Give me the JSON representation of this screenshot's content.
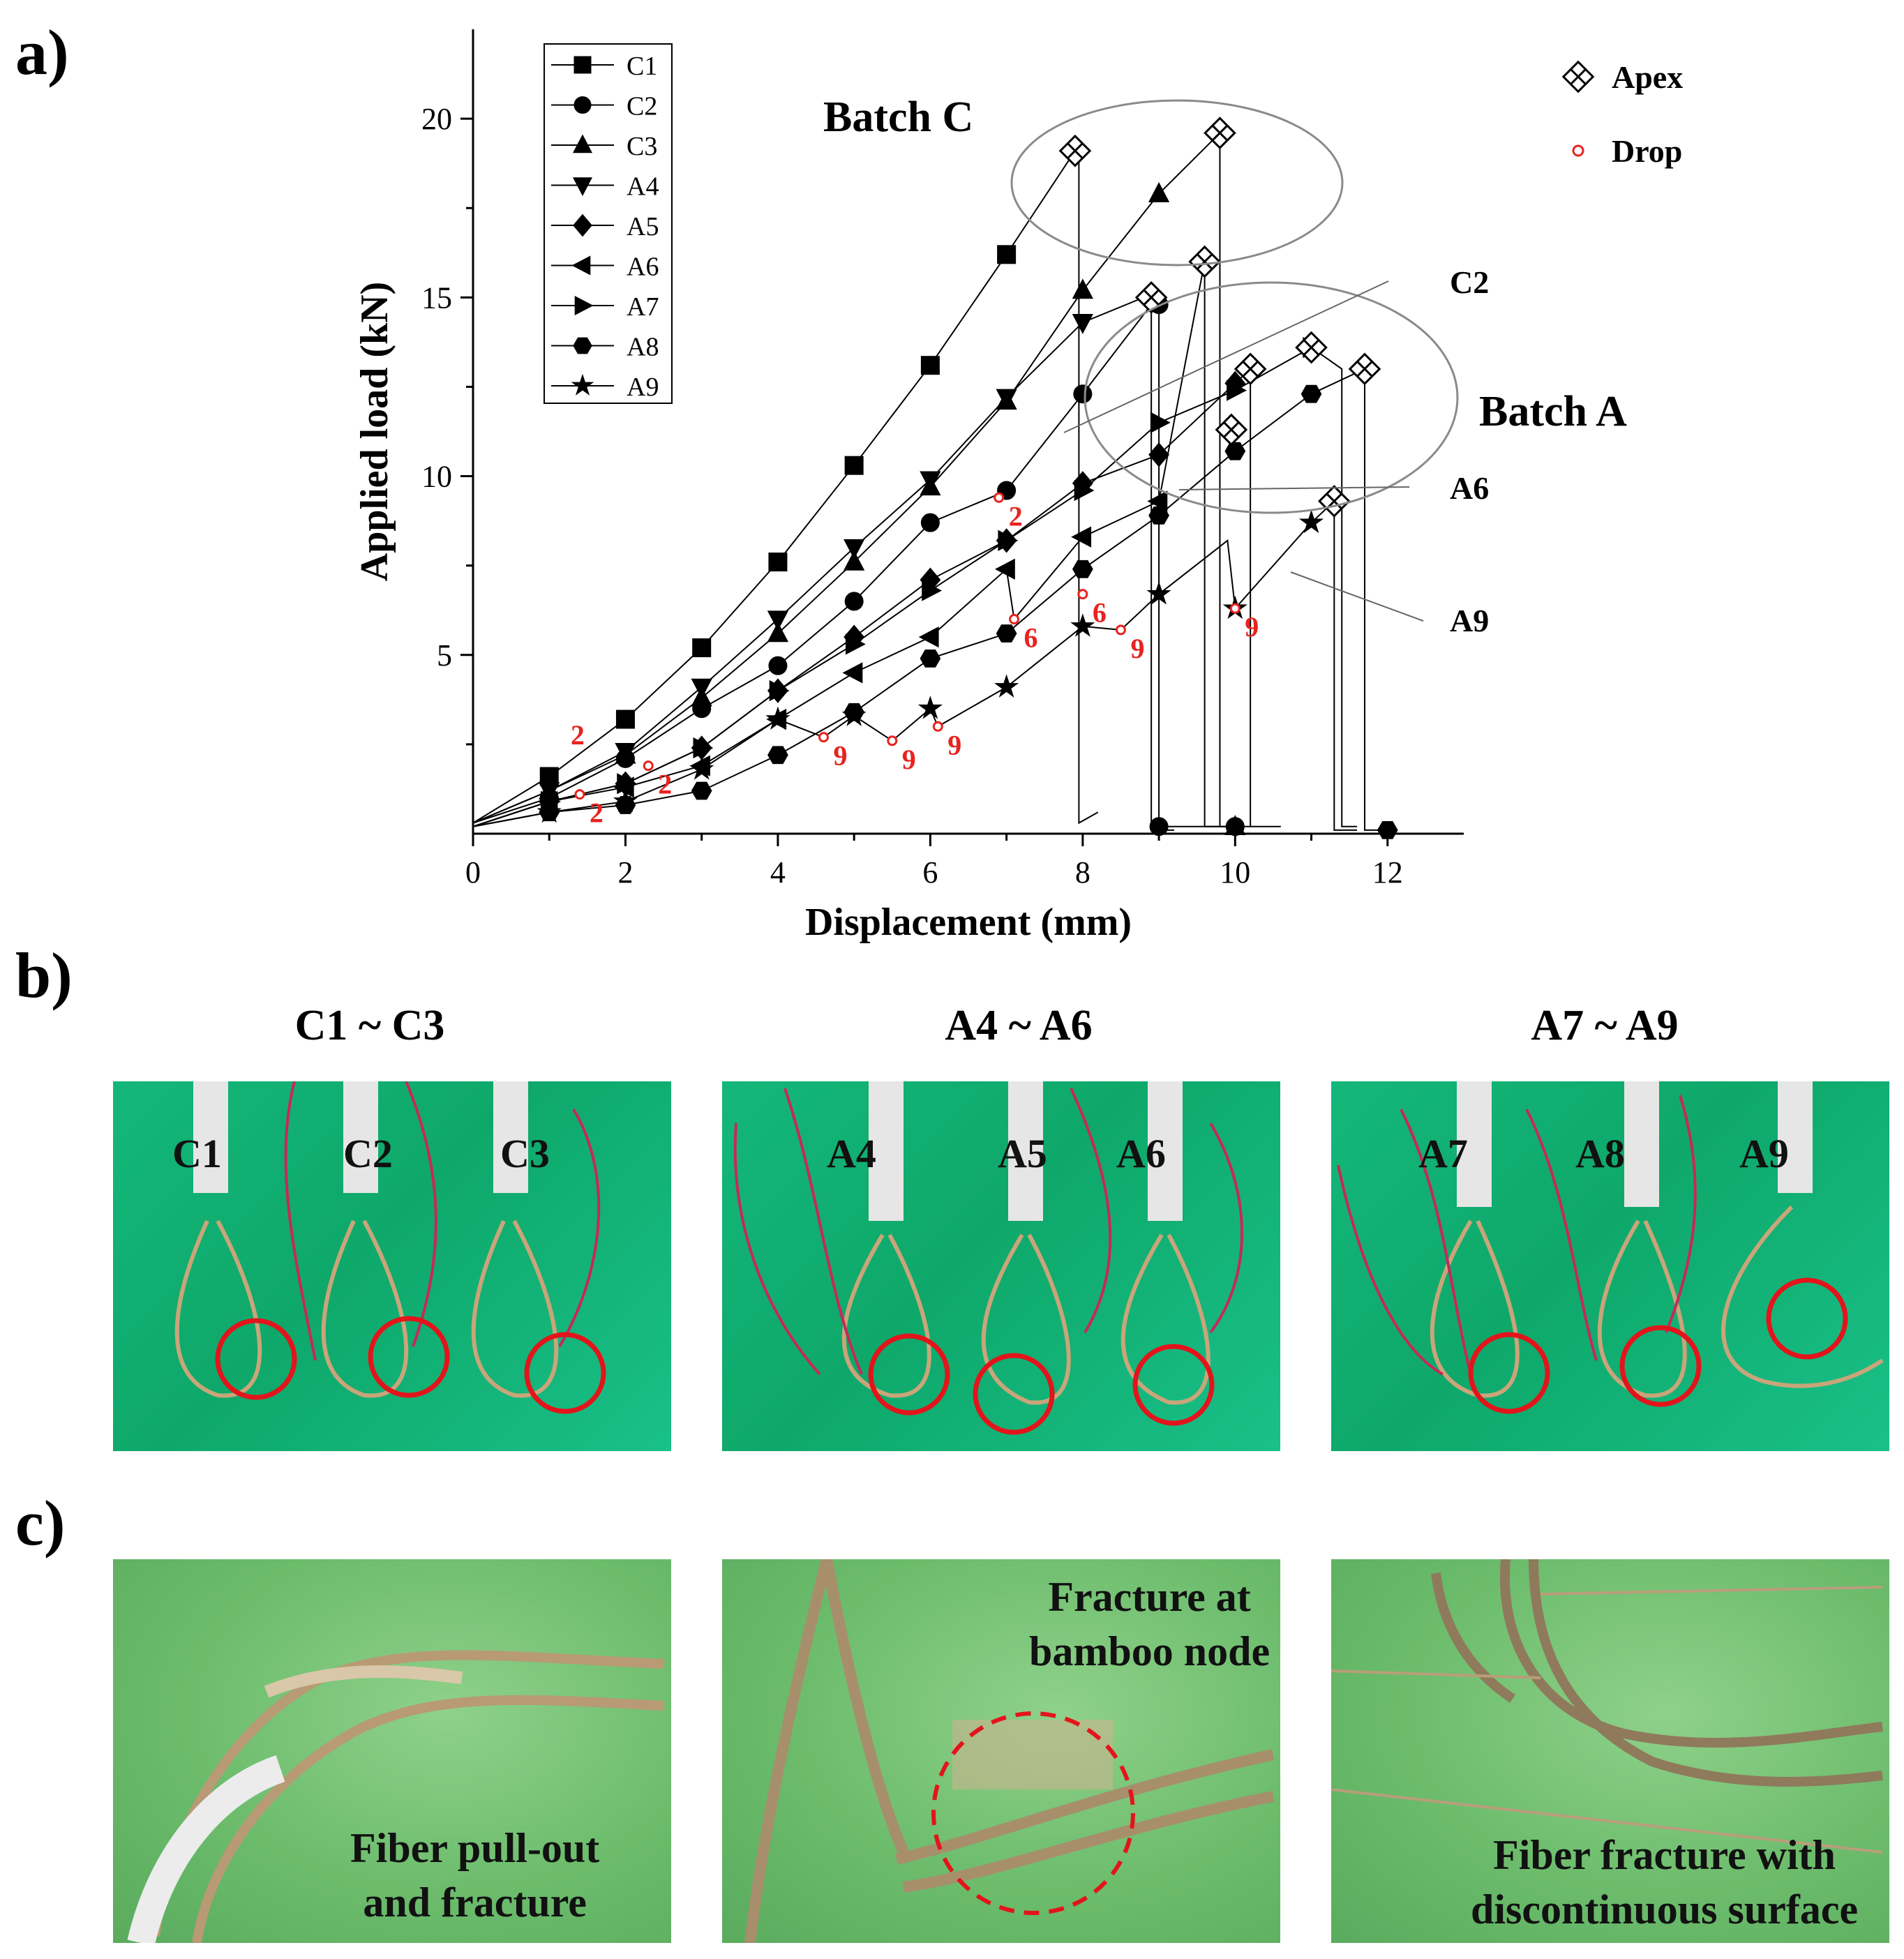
{
  "panels": {
    "a": "a)",
    "b": "b)",
    "c": "c)"
  },
  "chart_data": {
    "type": "line",
    "xlabel": "Displacement (mm)",
    "ylabel": "Applied load (kN)",
    "xlim": [
      0,
      13
    ],
    "ylim": [
      0,
      22.5
    ],
    "xticks": [
      0,
      2,
      4,
      6,
      8,
      10,
      12
    ],
    "yticks": [
      5,
      10,
      15,
      20
    ],
    "legend_position": "top-left",
    "series": [
      {
        "name": "C1",
        "marker": "square",
        "x": [
          0,
          1,
          2,
          3,
          4,
          5,
          6,
          7,
          7.9,
          7.95,
          7.95,
          8.2
        ],
        "y": [
          0.3,
          1.6,
          3.2,
          5.2,
          7.6,
          10.3,
          13.1,
          16.2,
          19.1,
          19.1,
          0.3,
          0.6
        ]
      },
      {
        "name": "C2",
        "marker": "circle",
        "x": [
          0,
          1,
          2,
          3,
          4,
          5,
          6,
          6.9,
          7.0,
          8,
          8.9,
          9.0,
          9.0,
          10
        ],
        "y": [
          0.3,
          1.0,
          2.1,
          3.5,
          4.7,
          6.5,
          8.7,
          9.5,
          9.6,
          12.3,
          14.8,
          14.8,
          0.2,
          0.2
        ]
      },
      {
        "name": "C3",
        "marker": "triangle-up",
        "x": [
          0,
          1,
          2,
          3,
          4,
          5,
          6,
          7,
          8,
          9,
          9.8,
          9.8,
          10.0
        ],
        "y": [
          0.3,
          1.2,
          2.2,
          3.8,
          5.6,
          7.6,
          9.7,
          12.1,
          15.2,
          17.9,
          19.6,
          0.2,
          0.2
        ]
      },
      {
        "name": "A4",
        "marker": "triangle-down",
        "x": [
          0,
          1,
          2,
          3,
          4,
          5,
          6,
          7,
          8,
          8.8,
          8.9,
          8.9,
          9.2
        ],
        "y": [
          0.3,
          1.2,
          2.3,
          4.1,
          6.0,
          8.0,
          9.9,
          12.2,
          14.3,
          15.0,
          15.0,
          0.1,
          0.1
        ]
      },
      {
        "name": "A5",
        "marker": "diamond",
        "x": [
          0,
          1,
          2,
          3,
          4,
          5,
          6,
          7,
          8,
          9,
          10,
          10.2,
          10.2,
          10.6
        ],
        "y": [
          0.2,
          0.9,
          1.4,
          2.4,
          4.0,
          5.5,
          7.1,
          8.2,
          9.8,
          10.6,
          12.6,
          13.0,
          0.2,
          0.2
        ]
      },
      {
        "name": "A6",
        "marker": "triangle-left",
        "x": [
          0,
          1,
          2,
          3,
          4,
          5,
          6,
          7,
          7.1,
          8,
          9,
          9.6,
          9.6,
          10.2
        ],
        "y": [
          0.2,
          0.9,
          1.3,
          1.9,
          3.2,
          4.5,
          5.5,
          7.4,
          6.0,
          8.3,
          9.3,
          16.0,
          0.2,
          0.2
        ]
      },
      {
        "name": "A7",
        "marker": "triangle-right",
        "x": [
          0,
          1,
          2,
          3,
          4,
          5,
          6,
          7,
          8,
          9,
          10,
          11,
          11.4,
          11.4,
          11.6
        ],
        "y": [
          0.2,
          0.9,
          1.4,
          2.4,
          4.0,
          5.3,
          6.8,
          8.2,
          9.6,
          11.5,
          12.4,
          13.6,
          13.0,
          0.2,
          0.2
        ]
      },
      {
        "name": "A8",
        "marker": "hexagon",
        "x": [
          0,
          1,
          2,
          3,
          4,
          5,
          6,
          7,
          8,
          9,
          10,
          11,
          11.7,
          11.7,
          12
        ],
        "y": [
          0.2,
          0.6,
          0.8,
          1.2,
          2.2,
          3.4,
          4.9,
          5.6,
          7.4,
          8.9,
          10.7,
          12.3,
          13.0,
          0.1,
          0.1
        ]
      },
      {
        "name": "A9",
        "marker": "star",
        "x": [
          0,
          1,
          2,
          3,
          4,
          4.6,
          5,
          5.5,
          6,
          6.1,
          7,
          8,
          8.5,
          9,
          9.9,
          10,
          11,
          11.3,
          11.3,
          11.6
        ],
        "y": [
          0.2,
          0.6,
          0.9,
          1.8,
          3.2,
          2.7,
          3.3,
          2.6,
          3.5,
          3.0,
          4.1,
          5.8,
          5.7,
          6.7,
          8.2,
          6.3,
          8.7,
          9.3,
          0.1,
          0.1
        ]
      }
    ],
    "apex_points": [
      {
        "x": 7.9,
        "y": 19.1
      },
      {
        "x": 9.8,
        "y": 19.6
      },
      {
        "x": 9.6,
        "y": 16.0
      },
      {
        "x": 8.9,
        "y": 15.0
      },
      {
        "x": 10.2,
        "y": 13.0
      },
      {
        "x": 11.0,
        "y": 13.6
      },
      {
        "x": 11.7,
        "y": 13.0
      },
      {
        "x": 9.95,
        "y": 11.3
      },
      {
        "x": 11.3,
        "y": 9.3
      }
    ],
    "drop_points": [
      {
        "x": 1.4,
        "y": 1.1,
        "label": "2"
      },
      {
        "x": 2.3,
        "y": 1.9,
        "label": "2"
      },
      {
        "x": 6.9,
        "y": 9.4,
        "label": "2"
      },
      {
        "x": 7.1,
        "y": 6.0,
        "label": "6"
      },
      {
        "x": 8.0,
        "y": 6.7,
        "label": "6"
      },
      {
        "x": 4.6,
        "y": 2.7,
        "label": "9"
      },
      {
        "x": 5.5,
        "y": 2.6,
        "label": "9"
      },
      {
        "x": 6.1,
        "y": 3.0,
        "label": "9"
      },
      {
        "x": 8.5,
        "y": 5.7,
        "label": "9"
      },
      {
        "x": 10.0,
        "y": 6.3,
        "label": "9"
      }
    ],
    "drop_label_2_extra": "2",
    "legend_symbols": {
      "apex": "Apex",
      "drop": "Drop"
    },
    "annotations": {
      "batch_c": "Batch  C",
      "batch_a": "Batch  A",
      "c2": "C2",
      "a6": "A6",
      "a9": "A9"
    },
    "colors": {
      "series": "#000000",
      "drop": "#e8231f",
      "ellipse": "#8a8a8a"
    }
  },
  "section_b": {
    "groups": [
      {
        "title": "C1 ~ C3",
        "samples": [
          "C1",
          "C2",
          "C3"
        ]
      },
      {
        "title": "A4 ~ A6",
        "samples": [
          "A4",
          "A5",
          "A6"
        ]
      },
      {
        "title": "A7 ~ A9",
        "samples": [
          "A7",
          "A8",
          "A9"
        ]
      }
    ]
  },
  "section_c": {
    "captions": [
      "Fiber pull-out and fracture",
      "Fracture at bamboo node",
      "Fiber fracture with discontinuous surface"
    ],
    "caption_lines": [
      [
        "Fiber pull-out",
        "and fracture"
      ],
      [
        "Fracture at",
        "bamboo node"
      ],
      [
        "Fiber fracture with",
        "discontinuous surface"
      ]
    ]
  }
}
